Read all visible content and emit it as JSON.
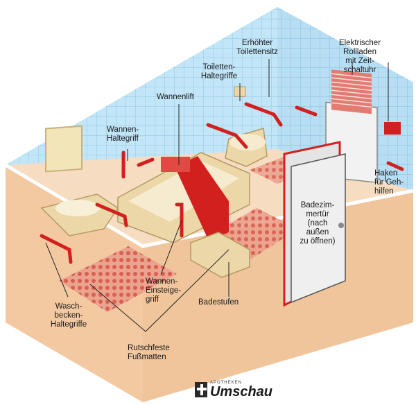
{
  "labels": {
    "rollladen": "Elektrischer\nRollladen\nmit Zeit-\nschaltuhr",
    "toilettensitz": "Erhöhter\nToilettensitz",
    "toiletten_haltegriffe": "Toiletten-\nHaltegriffe",
    "wannenlift": "Wannenlift",
    "wannen_haltegriff": "Wannen-\nHaltegriff",
    "haken": "Haken\nfür Geh-\nhilfen",
    "badezimmertuer": "Badezim-\nmertür\n(nach\naußen\nzu öffnen)",
    "wannen_einsteigegriff": "Wannen-\nEinsteige-\ngriff",
    "badestufen": "Badestufen",
    "waschbecken_haltegriffe": "Wasch-\nbecken-\nHaltegriffe",
    "fussmatten": "Rutschfeste\nFußmatten"
  },
  "logo": {
    "small": "APOTHEKEN",
    "big": "Umschau"
  },
  "colors": {
    "wall_blue": "#bfe3f5",
    "floor_beige": "#f4d5b8",
    "fixture": "#ecd7a8",
    "accent_red": "#d2201f",
    "mat": "#e9897a"
  }
}
